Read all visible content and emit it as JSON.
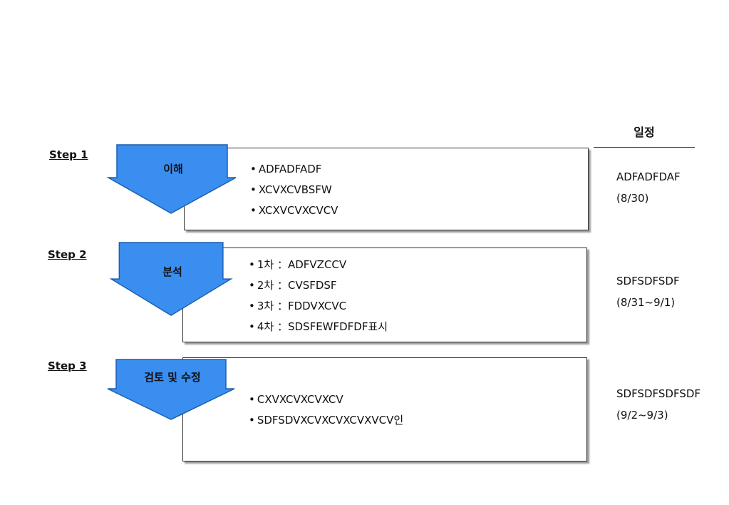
{
  "schedule": {
    "title": "일정"
  },
  "steps": [
    {
      "label": "Step 1",
      "phase": "이해",
      "items": [
        "ADFADFADF",
        "XCVXCVBSFW",
        "XCXVCVXCVCV"
      ],
      "schedule_name": "ADFADFDAF",
      "schedule_dates": "(8/30)"
    },
    {
      "label": "Step 2",
      "phase": "분석",
      "items": [
        "1차 ：ADFVZCCV",
        "2차 ：CVSFDSF",
        "3차 ：FDDVXCVC",
        "4차 ：SDSFEWFDFDF표시"
      ],
      "schedule_name": "SDFSDFSDF",
      "schedule_dates": "(8/31~9/1)"
    },
    {
      "label": "Step 3",
      "phase": "검토 및 수정",
      "items": [
        "CXVXCVXCVXCV",
        "SDFSDVXCVXCVXCVXVCV인"
      ],
      "schedule_name": "SDFSDFSDFSDF",
      "schedule_dates": "(9/2~9/3)"
    }
  ],
  "colors": {
    "arrow_fill": "#3a8ef0",
    "arrow_stroke": "#1c5fae",
    "box_border": "#333333"
  }
}
